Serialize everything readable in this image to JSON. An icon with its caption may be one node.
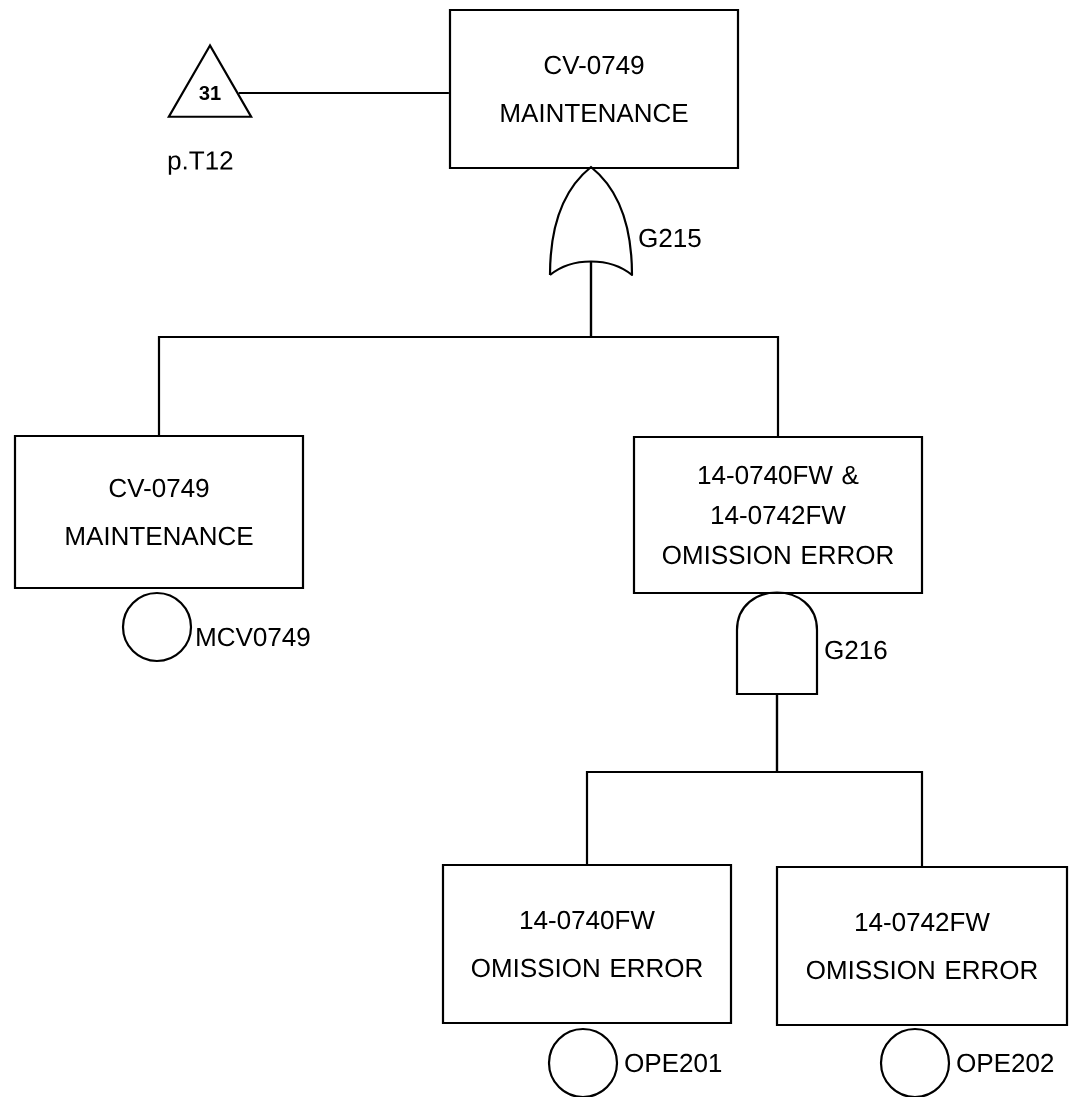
{
  "diagram": {
    "nodes": [
      {
        "text": [
          "CV-0749 MAINTENANCE"
        ]
      },
      {
        "text": [
          "31"
        ],
        "beside": [
          "p.T12"
        ]
      },
      {
        "text": [],
        "shape": "gate",
        "beside": [
          "G215"
        ]
      },
      {
        "text": [
          "CV-0749 MAINTENANCE"
        ]
      },
      {
        "text": [],
        "shape": "circle",
        "beside": [
          "MCV0749"
        ]
      },
      {
        "text": [
          "14-0740FW & 14-0742FW OMISSION ERROR"
        ]
      },
      {
        "text": [],
        "shape": "gate",
        "beside": [
          "G216"
        ]
      },
      {
        "text": [
          "14-0740FW OMISSION ERROR"
        ]
      },
      {
        "text": [],
        "shape": "circle",
        "beside": [
          "OPE201"
        ]
      },
      {
        "text": [
          "14-0742FW OMISSION ERROR"
        ]
      },
      {
        "text": [],
        "shape": "circle",
        "beside": [
          "OPE202"
        ]
      }
    ],
    "edges": [
      {
        "from": 1,
        "to": 0,
        "arrow": "none"
      },
      {
        "from": 2,
        "to": 3,
        "arrow": "none"
      },
      {
        "from": 2,
        "to": 5,
        "arrow": "none"
      },
      {
        "from": 6,
        "to": 7,
        "arrow": "none"
      },
      {
        "from": 6,
        "to": 9,
        "arrow": "none"
      }
    ]
  }
}
